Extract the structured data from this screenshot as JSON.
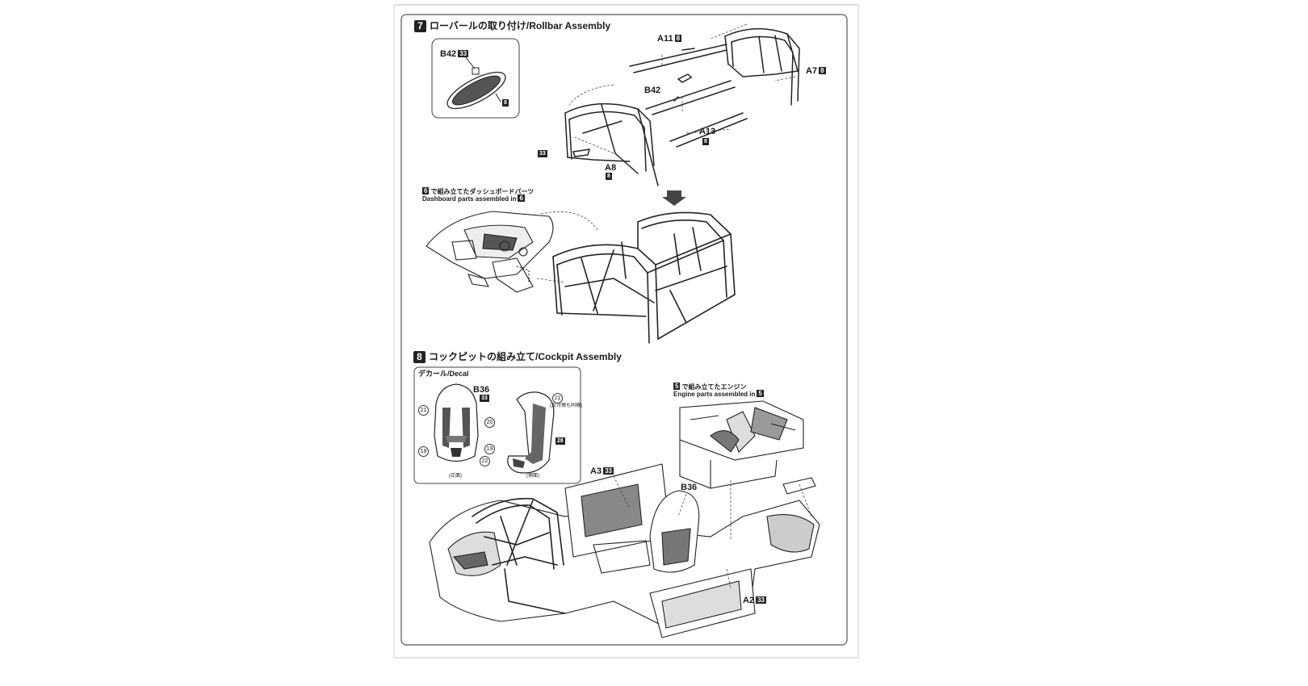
{
  "step7": {
    "number": "7",
    "title": "ローバールの取り付け/Rollbar Assembly",
    "inset": {
      "part": "B42",
      "part_num": "33",
      "decal_num": "8"
    },
    "labels": {
      "a11": "A11",
      "a11_num": "8",
      "a7": "A7",
      "a7_num": "8",
      "b42": "B42",
      "a13": "A13",
      "a13_num": "8",
      "a8": "A8",
      "a8_num": "8",
      "left_num": "33"
    },
    "dashboard_note_jp": "で組み立てたダッシュボードパーツ",
    "dashboard_note_en": "Dashboard parts assembled in",
    "dashboard_ref": "6"
  },
  "step8": {
    "number": "8",
    "title": "コックピットの組み立て/Cockpit Assembly",
    "decal_box": {
      "title": "デカール/Decal",
      "part": "B36",
      "part_num": "33",
      "front_caption": "(正面)",
      "side_caption": "(側面)",
      "side_note": "(反対側も同様)",
      "numbers": {
        "n21a": "21",
        "n20": "20",
        "n19": "19",
        "n18": "18",
        "n22": "22",
        "n21b": "21",
        "n28": "28"
      }
    },
    "engine_note_jp": "で組み立てたエンジン",
    "engine_note_en": "Engine parts assembled in",
    "engine_ref": "5",
    "labels": {
      "a3": "A3",
      "a3_num": "33",
      "b36": "B36",
      "a2": "A2",
      "a2_num": "33"
    }
  }
}
